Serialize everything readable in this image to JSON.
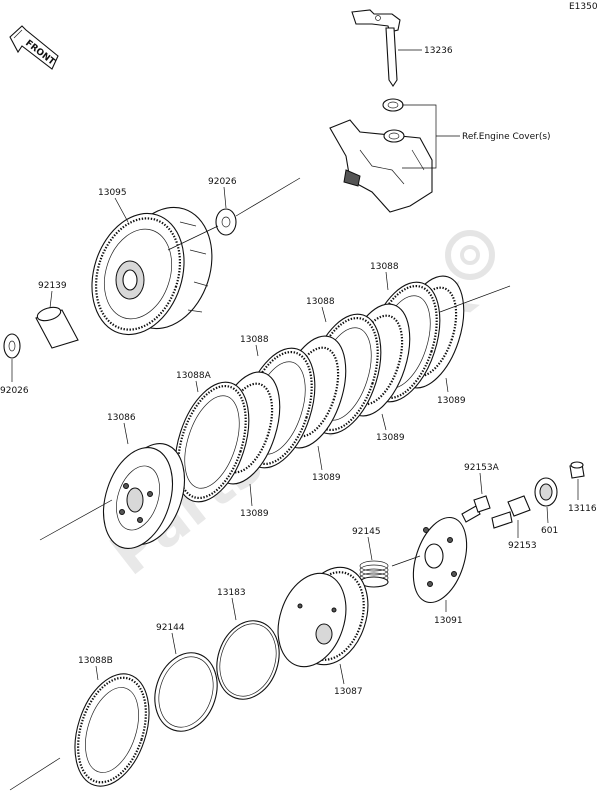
{
  "diagram_code": "E1350",
  "front_label": "FRONT",
  "watermark": "Partsrepublik",
  "labels": {
    "p13236": "13236",
    "ref_engine_cover": "Ref.Engine Cover(s)",
    "p13095": "13095",
    "p92026_top": "92026",
    "p92139": "92139",
    "p92026_left": "92026",
    "p13088_a": "13088",
    "p13088_b": "13088",
    "p13088_c": "13088",
    "p13088A": "13088A",
    "p13089_a": "13089",
    "p13089_b": "13089",
    "p13089_c": "13089",
    "p13089_d": "13089",
    "p13086": "13086",
    "p92153A": "92153A",
    "p92145": "92145",
    "p92153": "92153",
    "p601": "601",
    "p13116": "13116",
    "p13091": "13091",
    "p13183": "13183",
    "p92144": "92144",
    "p13087": "13087",
    "p13088B": "13088B"
  }
}
